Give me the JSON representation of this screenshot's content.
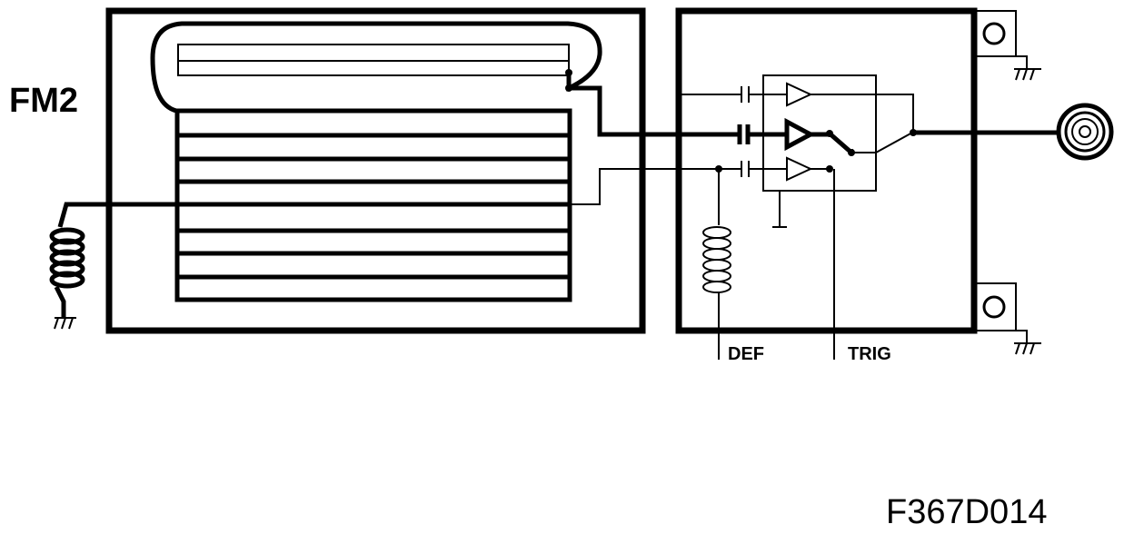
{
  "labels": {
    "module": "FM2",
    "def": "DEF",
    "trig": "TRIG",
    "figure_id": "F367D014"
  },
  "colors": {
    "ink": "#000000",
    "background": "#ffffff"
  },
  "icons": {
    "ground": "ground-icon",
    "coil": "coil-icon",
    "capacitor": "capacitor-icon",
    "amplifier": "amplifier-icon",
    "switch": "switch-icon",
    "connector": "coaxial-connector-icon",
    "mounting": "mounting-screw-icon"
  }
}
